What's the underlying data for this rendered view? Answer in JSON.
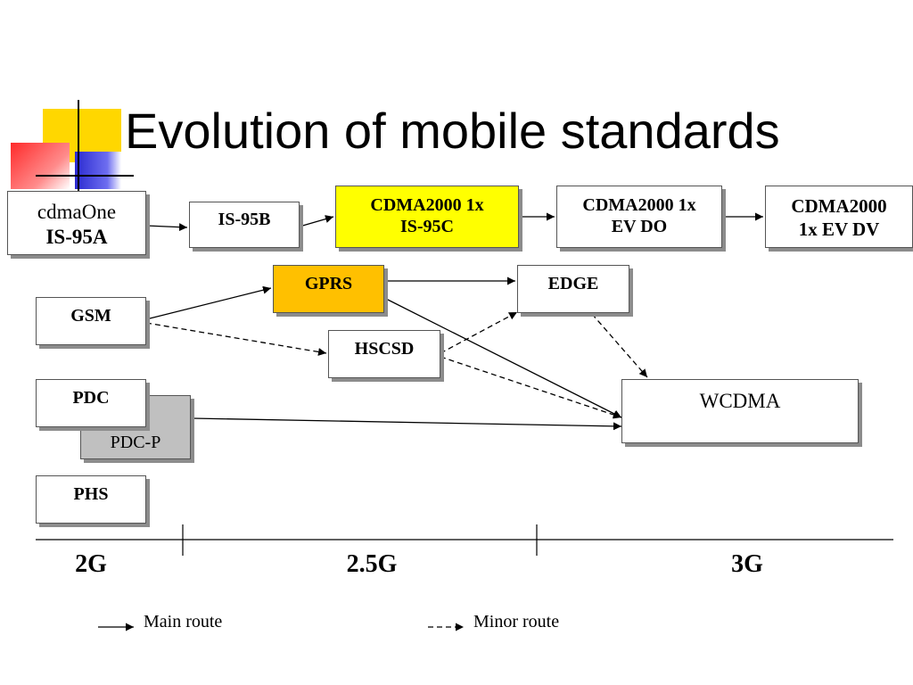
{
  "title": "Evolution of mobile standards",
  "colors": {
    "highlight_yellow": "#ffff00",
    "highlight_orange": "#ffc000",
    "pdcp_gray": "#c0c0c0",
    "deco_yellow": "#ffd700",
    "deco_blue": "#3a3ad6",
    "deco_red": "#ff3b3b"
  },
  "nodes": {
    "cdmaone": {
      "line1": "cdmaOne",
      "line2": "IS-95A"
    },
    "is95b": {
      "line1": "IS-95B"
    },
    "cdma2000_1x": {
      "line1": "CDMA2000 1x",
      "line2": "IS-95C"
    },
    "cdma2000_evdo": {
      "line1": "CDMA2000 1x",
      "line2": "EV DO"
    },
    "cdma2000_evdv": {
      "line1": "CDMA2000",
      "line2": "1x EV DV"
    },
    "gprs": {
      "line1": "GPRS"
    },
    "edge": {
      "line1": "EDGE"
    },
    "gsm": {
      "line1": "GSM"
    },
    "hscsd": {
      "line1": "HSCSD"
    },
    "pdc": {
      "line1": "PDC"
    },
    "pdcp": {
      "line1": "PDC-P"
    },
    "phs": {
      "line1": "PHS"
    },
    "wcdma": {
      "line1": "WCDMA"
    }
  },
  "tiers": {
    "g2": "2G",
    "g25": "2.5G",
    "g3": "3G"
  },
  "legend": {
    "main": "Main route",
    "minor": "Minor route"
  }
}
